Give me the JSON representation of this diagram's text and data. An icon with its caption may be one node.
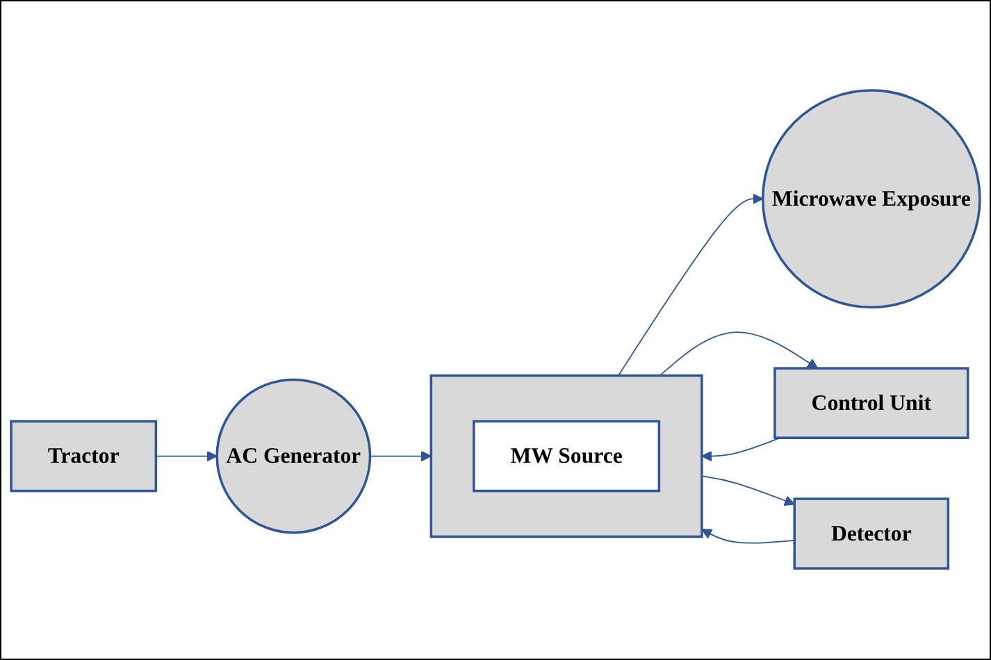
{
  "diagram": {
    "nodes": [
      {
        "text": [
          "Control Unit"
        ]
      },
      {
        "text": [
          "Tractor"
        ]
      },
      {
        "text": [
          "AC Generator"
        ]
      },
      {
        "text": [],
        "shape": "box"
      },
      {
        "text": [
          "MW Source"
        ],
        "in": 3
      },
      {
        "text": [
          "Microwave Exposure"
        ]
      },
      {
        "text": [
          "Detector"
        ]
      }
    ],
    "edges": [
      {
        "from": 1,
        "to": 2,
        "arrow": "to"
      },
      {
        "from": 2,
        "to": 3,
        "arrow": "to"
      },
      {
        "from": 3,
        "to": 5,
        "arrow": "to"
      },
      {
        "from": 3,
        "to": 0,
        "arrow": "to"
      },
      {
        "from": 0,
        "to": 3,
        "arrow": "to"
      },
      {
        "from": 6,
        "to": 3,
        "arrow": "to"
      },
      {
        "from": 3,
        "to": 6,
        "arrow": "to"
      }
    ]
  }
}
